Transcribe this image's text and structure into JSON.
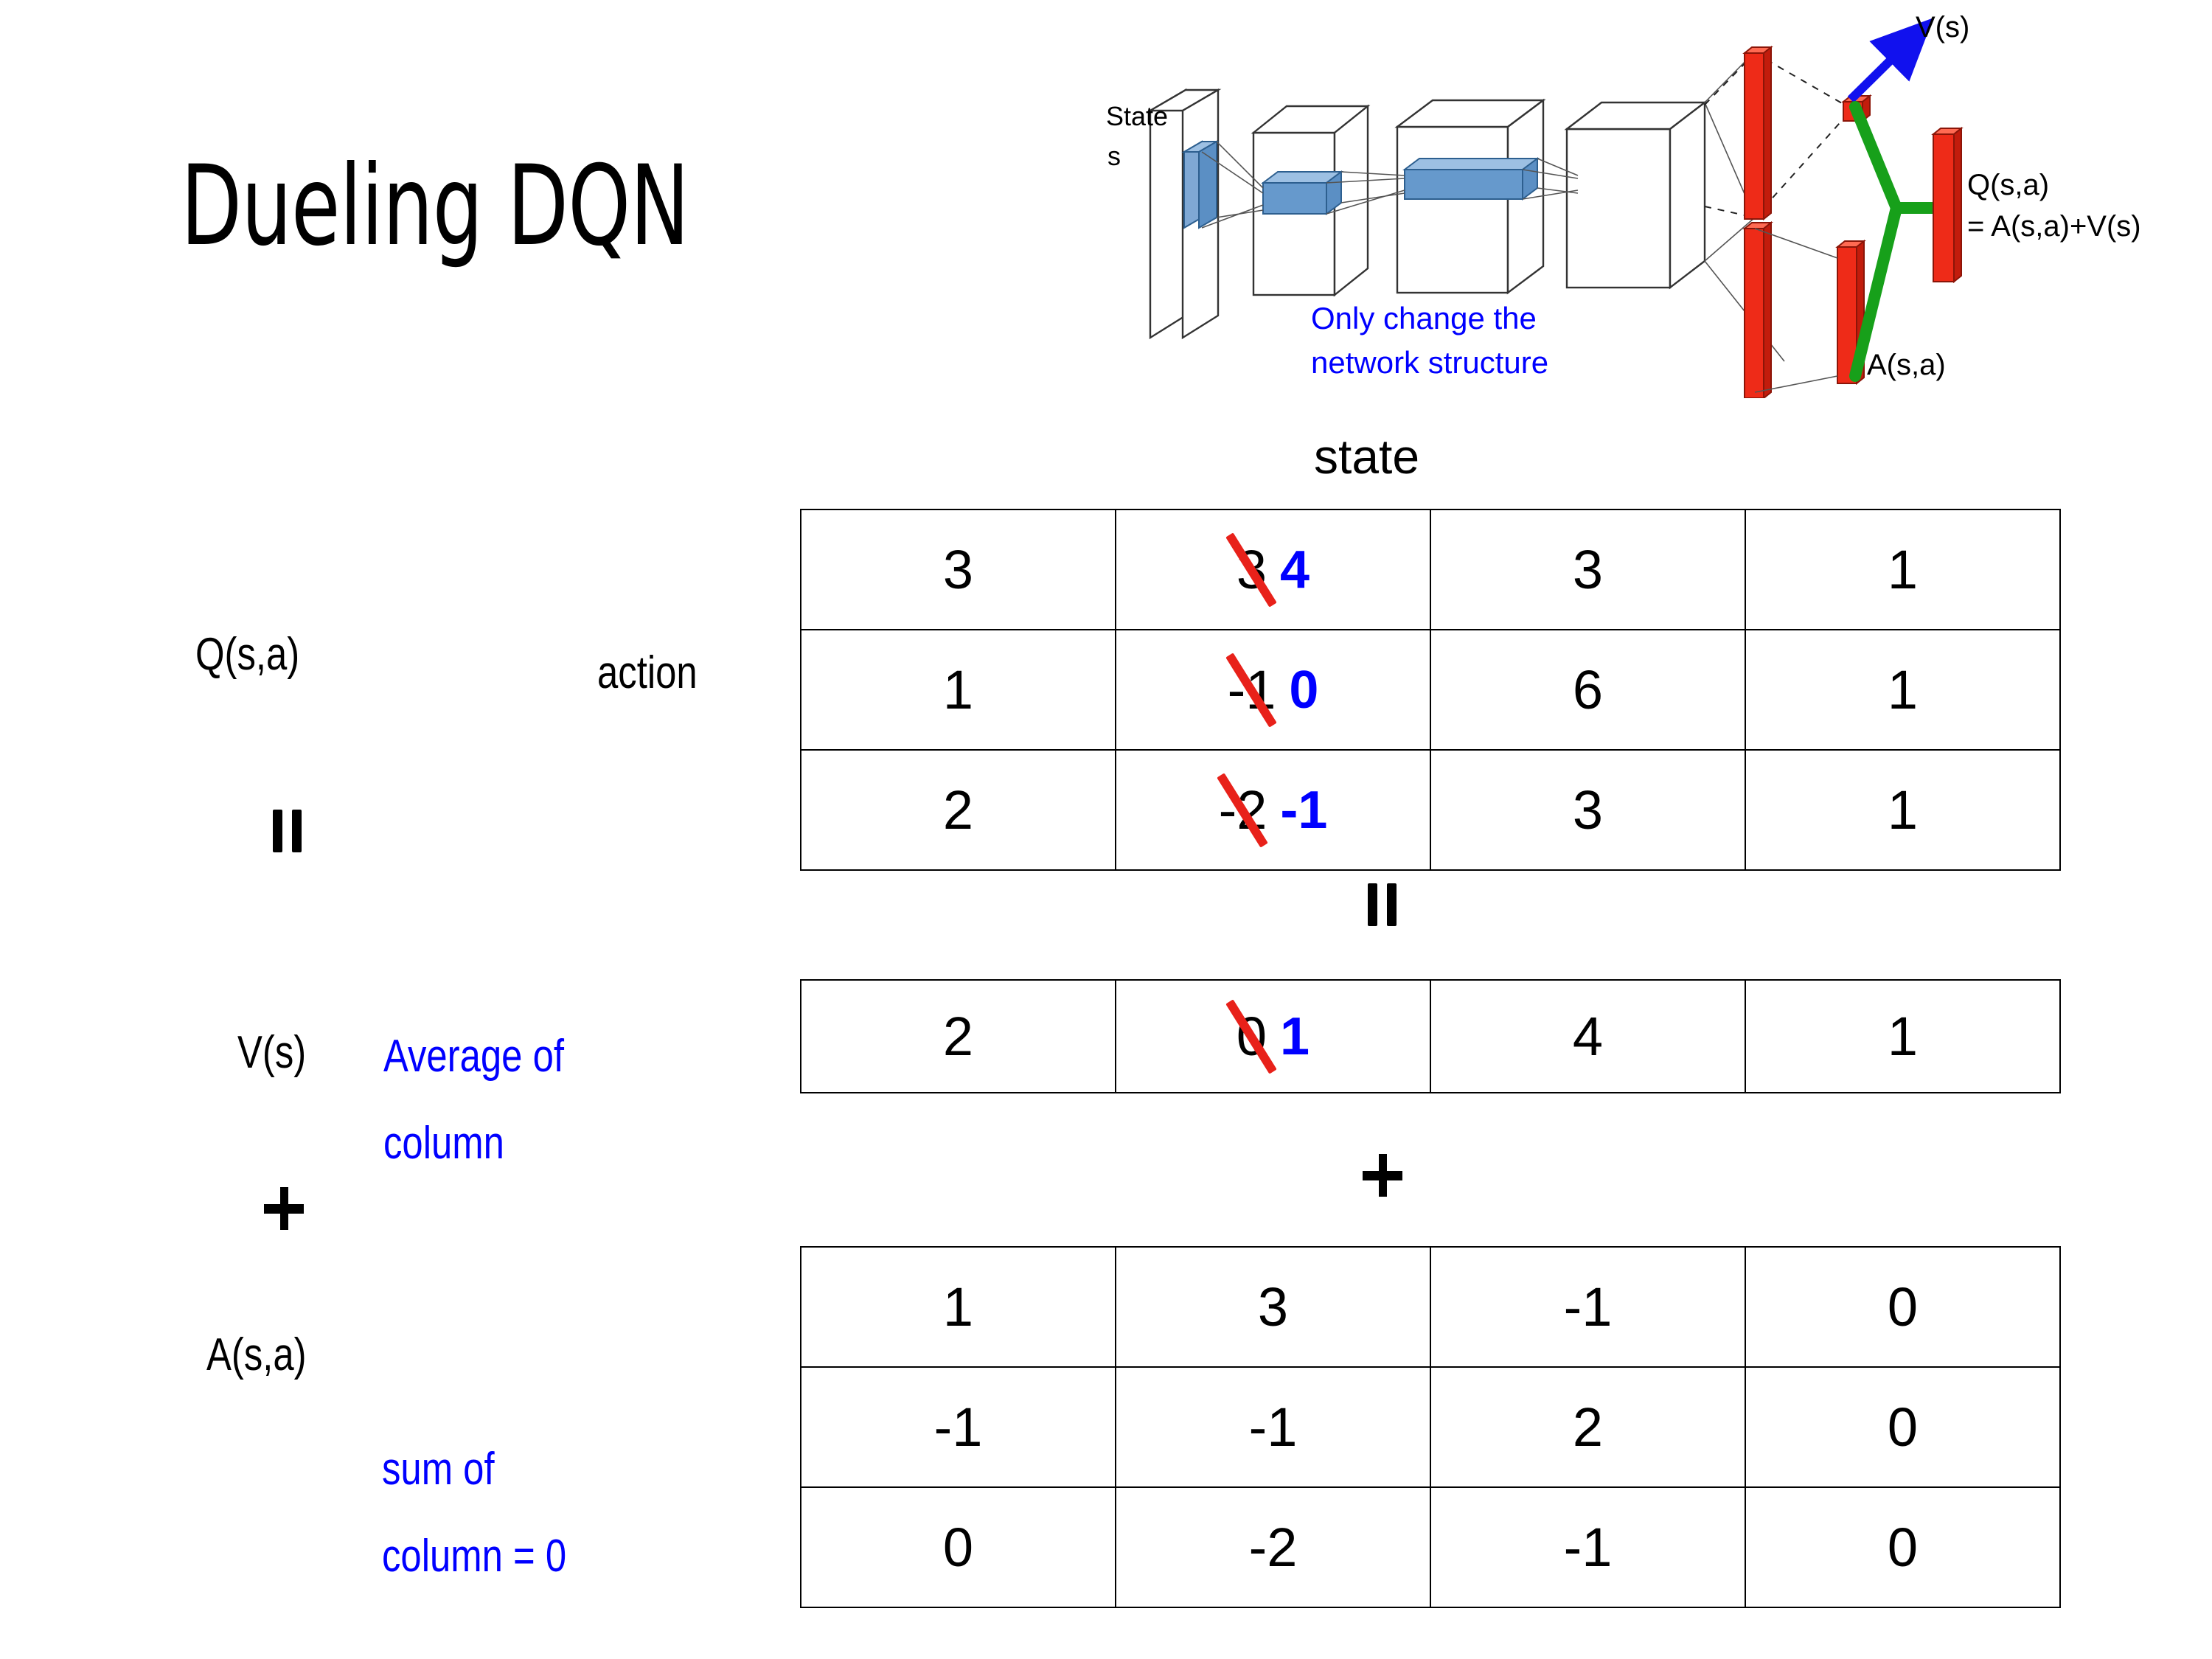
{
  "slide": {
    "title": "Dueling DQN",
    "background": "#ffffff"
  },
  "colors": {
    "accent_blue": "#0000ff",
    "strike_red": "#e8211a",
    "stream_red": "#ee2b18",
    "merge_green": "#17a01a",
    "filter_blue": "#6699cc"
  },
  "diagram": {
    "input_label_line1": "State",
    "input_label_line2": "s",
    "note_line1": "Only change the",
    "note_line2": "network structure",
    "value_stream_label": "V(s)",
    "advantage_stream_label": "A(s,a)",
    "output_label_line1": "Q(s,a)",
    "output_label_line2": "= A(s,a)+V(s)"
  },
  "labels": {
    "state_axis": "state",
    "action_axis": "action",
    "q_label": "Q(s,a)",
    "v_label": "V(s)",
    "a_label": "A(s,a)",
    "v_note_line1": "Average of",
    "v_note_line2": "column",
    "a_note_line1": "sum of",
    "a_note_line2": "column = 0",
    "equals_symbol": "=",
    "plus_symbol": "+"
  },
  "tables": {
    "q": {
      "name": "Q(s,a)",
      "rows": [
        [
          {
            "value": "3"
          },
          {
            "value": "3",
            "struck": true,
            "new_value": "4"
          },
          {
            "value": "3"
          },
          {
            "value": "1"
          }
        ],
        [
          {
            "value": "1"
          },
          {
            "value": "-1",
            "struck": true,
            "new_value": "0"
          },
          {
            "value": "6"
          },
          {
            "value": "1"
          }
        ],
        [
          {
            "value": "2"
          },
          {
            "value": "-2",
            "struck": true,
            "new_value": "-1"
          },
          {
            "value": "3"
          },
          {
            "value": "1"
          }
        ]
      ]
    },
    "v": {
      "name": "V(s)",
      "rows": [
        [
          {
            "value": "2"
          },
          {
            "value": "0",
            "struck": true,
            "new_value": "1"
          },
          {
            "value": "4"
          },
          {
            "value": "1"
          }
        ]
      ]
    },
    "a": {
      "name": "A(s,a)",
      "rows": [
        [
          {
            "value": "1"
          },
          {
            "value": "3"
          },
          {
            "value": "-1"
          },
          {
            "value": "0"
          }
        ],
        [
          {
            "value": "-1"
          },
          {
            "value": "-1"
          },
          {
            "value": "2"
          },
          {
            "value": "0"
          }
        ],
        [
          {
            "value": "0"
          },
          {
            "value": "-2"
          },
          {
            "value": "-1"
          },
          {
            "value": "0"
          }
        ]
      ]
    }
  }
}
